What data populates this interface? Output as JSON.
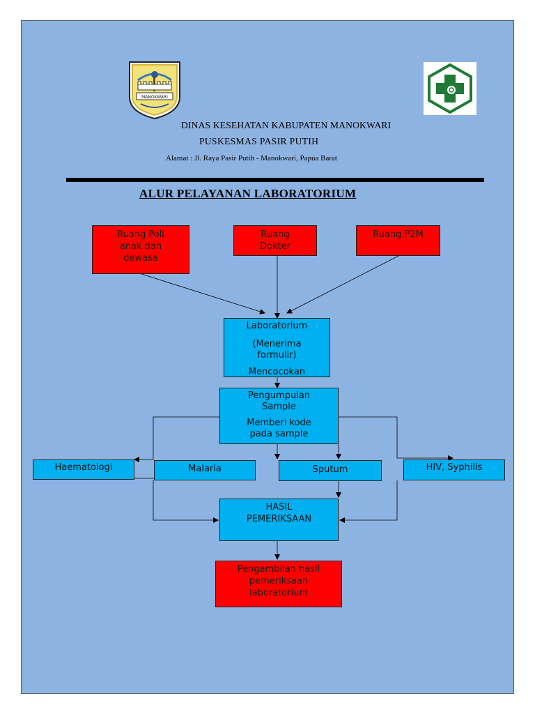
{
  "header": {
    "logo_left_text": "MANOKWARI",
    "org_line1": "DINAS KESEHATAN KABUPATEN MANOKWARI",
    "org_line2": "PUSKESMAS PASIR PUTIH",
    "address": "Alamat : Jl. Raya Pasir Putih - Manokwari, Papua Barat"
  },
  "title": "ALUR PELAYANAN LABORATORIUM",
  "colors": {
    "panel": "#8db3e2",
    "red_box": "#ff0000",
    "blue_box": "#00b0f0",
    "logo_green": "#1e7a34"
  },
  "nodes": {
    "ruang_poli": {
      "lines": [
        "Ruang Poli",
        "anak dan",
        "dewasa"
      ]
    },
    "ruang_dokter": {
      "lines": [
        "Ruang",
        "Dokter"
      ]
    },
    "ruang_p2m": {
      "lines": [
        "Ruang P2M"
      ]
    },
    "laboratorium": {
      "lines": [
        "Laboratorium",
        "",
        "(Menerima",
        "formulir)",
        "",
        "Mencocokan"
      ]
    },
    "pengumpulan": {
      "lines": [
        "Pengumpulan",
        "Sample",
        "",
        "Memberi kode",
        "pada sample"
      ]
    },
    "haematologi": {
      "lines": [
        "Haematologi"
      ]
    },
    "malaria": {
      "lines": [
        "Malaria"
      ]
    },
    "sputum": {
      "lines": [
        "Sputum"
      ]
    },
    "hiv": {
      "lines": [
        "HIV, Syphilis"
      ]
    },
    "hasil": {
      "lines": [
        "HASIL",
        "PEMERIKSAAN"
      ]
    },
    "pengambilan": {
      "lines": [
        "Pengambilan hasil",
        "pemeriksaan",
        "laboratorium"
      ]
    }
  }
}
